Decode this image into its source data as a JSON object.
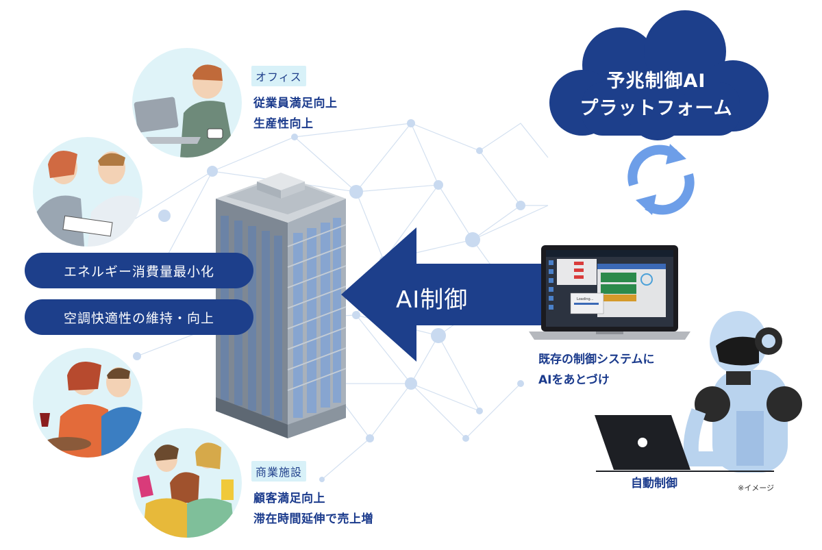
{
  "office": {
    "tag": "オフィス",
    "benefits": [
      "従業員満足向上",
      "生産性向上"
    ]
  },
  "controls": [
    "エネルギー消費量最小化",
    "空調快適性の維持・向上"
  ],
  "commercial": {
    "tag": "商業施設",
    "benefits": [
      "顧客満足向上",
      "滞在時間延伸で売上増"
    ]
  },
  "cloud": {
    "title_line1": "予兆制御AI",
    "title_line2": "プラットフォーム"
  },
  "arrow_label": "AI制御",
  "laptop": {
    "caption_line1": "既存の制御システムに",
    "caption_line2": "AIをあとづけ",
    "loading_text": "Loading..."
  },
  "robot_caption": "自動制御",
  "note": "※イメージ",
  "colors": {
    "navy": "#1d3f8b",
    "light_blue": "#d8f1f8",
    "sync_blue": "#6d9ee8"
  }
}
